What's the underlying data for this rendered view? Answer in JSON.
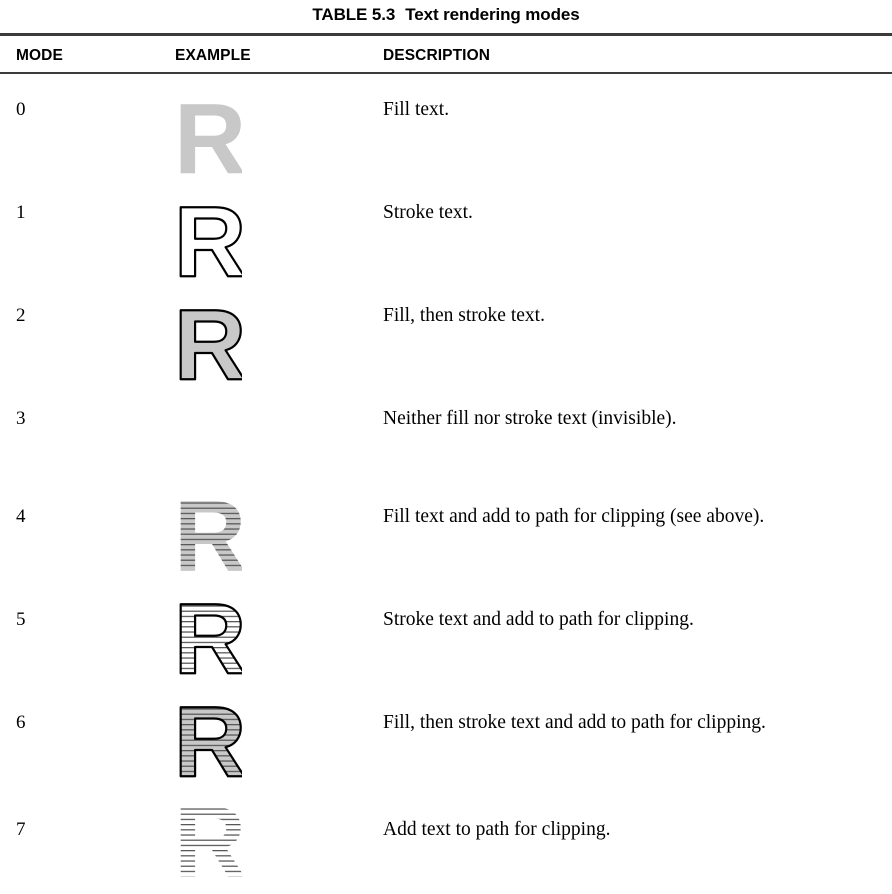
{
  "table": {
    "caption_number": "TABLE 5.3",
    "caption_title": "Text rendering modes",
    "columns": {
      "mode": "MODE",
      "example": "EXAMPLE",
      "description": "DESCRIPTION"
    },
    "example_glyph": "R",
    "colors": {
      "fill_gray": "#c8c8c8",
      "stroke_black": "#000000",
      "rule_gray": "#3b3b3b",
      "clip_stripe": "#555555"
    },
    "rows": [
      {
        "mode": "0",
        "description": "Fill text.",
        "render": {
          "fill": true,
          "stroke": false,
          "clip": false
        }
      },
      {
        "mode": "1",
        "description": "Stroke text.",
        "render": {
          "fill": false,
          "stroke": true,
          "clip": false
        }
      },
      {
        "mode": "2",
        "description": "Fill, then stroke text.",
        "render": {
          "fill": true,
          "stroke": true,
          "clip": false
        }
      },
      {
        "mode": "3",
        "description": "Neither fill nor stroke text (invisible).",
        "render": {
          "fill": false,
          "stroke": false,
          "clip": false
        }
      },
      {
        "mode": "4",
        "description": "Fill text and add to path for clipping (see above).",
        "render": {
          "fill": true,
          "stroke": false,
          "clip": true
        }
      },
      {
        "mode": "5",
        "description": "Stroke text and add to path for clipping.",
        "render": {
          "fill": false,
          "stroke": true,
          "clip": true
        }
      },
      {
        "mode": "6",
        "description": "Fill, then stroke text and add to path for clipping.",
        "render": {
          "fill": true,
          "stroke": true,
          "clip": true
        }
      },
      {
        "mode": "7",
        "description": "Add text to path for clipping.",
        "render": {
          "fill": false,
          "stroke": false,
          "clip": true
        }
      }
    ]
  }
}
